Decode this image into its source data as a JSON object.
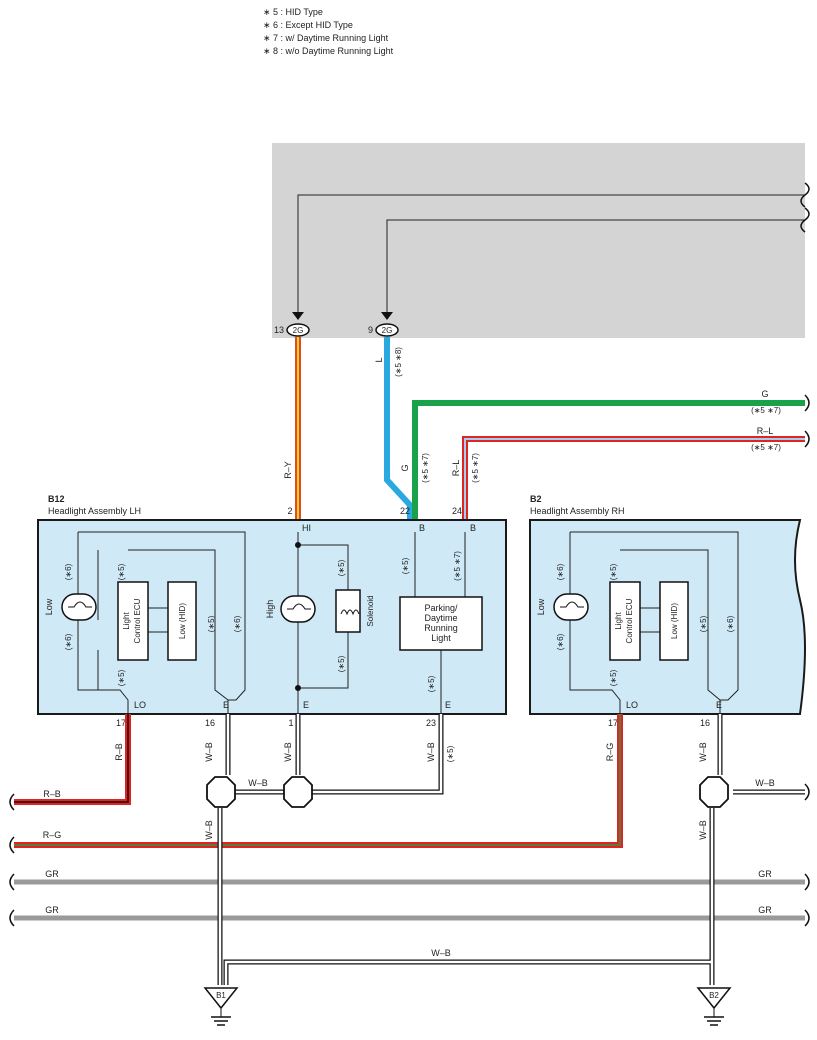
{
  "notes": [
    "∗ 5 : HID Type",
    "∗ 6 : Except HID Type",
    "∗ 7 : w/ Daytime Running Light",
    "∗ 8 : w/o Daytime Running Light"
  ],
  "upper_connectors": [
    {
      "pin": "13",
      "code": "2G",
      "wire": "R–Y"
    },
    {
      "pin": "9",
      "code": "2G",
      "wire": "L",
      "cond": "(∗5 ∗8)"
    }
  ],
  "right_wires": [
    {
      "wire": "G",
      "cond": "(∗5 ∗7)"
    },
    {
      "wire": "R–L",
      "cond": "(∗5 ∗7)"
    }
  ],
  "lh": {
    "code": "B12",
    "title": "Headlight Assembly LH",
    "pins_top": [
      "2",
      "22",
      "24"
    ],
    "terms_top": [
      "HI",
      "B",
      "B"
    ],
    "pins_bottom": [
      "17",
      "16",
      "1",
      "23"
    ],
    "terms_bottom": [
      "LO",
      "E",
      "E",
      "E"
    ],
    "labels": {
      "low": "Low",
      "high": "High",
      "ecu1": "Light",
      "ecu2": "Control ECU",
      "low_hid": "Low (HID)",
      "solenoid": "Solenoid",
      "park1": "Parking/",
      "park2": "Daytime",
      "park3": "Running",
      "park4": "Light"
    },
    "conds": {
      "c5": "(∗5)",
      "c6": "(∗6)",
      "c57": "(∗5 ∗7)"
    }
  },
  "rh": {
    "code": "B2",
    "title": "Headlight Assembly RH",
    "pins_bottom": [
      "17",
      "16"
    ],
    "terms_bottom": [
      "LO",
      "E"
    ]
  },
  "wires": {
    "rb": "R–B",
    "rg": "R–G",
    "wb": "W–B",
    "gr": "GR",
    "g": "G",
    "rl": "R–L",
    "c5": "(∗5)"
  },
  "grounds": [
    "B1",
    "B2"
  ]
}
